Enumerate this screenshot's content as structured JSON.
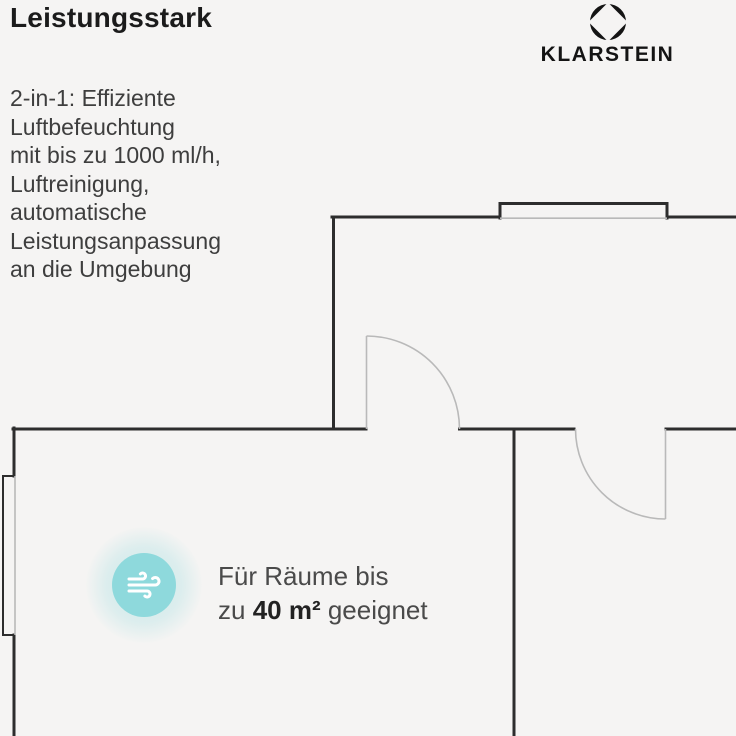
{
  "page": {
    "background_color": "#f5f4f3"
  },
  "header": {
    "title": "Leistungsstark",
    "description": "2-in-1: Effiziente\nLuftbefeuchtung\nmit bis zu 1000 ml/h,\nLuftreinigung,\nautomatische\nLeistungsanpassung\nan die Umgebung"
  },
  "brand": {
    "name": "KLARSTEIN",
    "logo_icon": "klarstein-segmented-circle",
    "logo_color": "#141414"
  },
  "floorplan": {
    "wall_color": "#2d2d2d",
    "detail_color": "#b9b9b9",
    "elements": {
      "windows": "window-symbols-top-and-left",
      "doors": "two-quarter-circle-door-swings"
    }
  },
  "feature": {
    "icon": "wind-icon",
    "icon_color": "#ffffff",
    "circle_color": "#8ed9dc",
    "halo_color": "rgba(141,216,220,0.4)",
    "caption": {
      "line1": "Für Räume bis",
      "line2_prefix": "zu ",
      "line2_bold": "40 m²",
      "line2_suffix": " geeignet"
    }
  }
}
